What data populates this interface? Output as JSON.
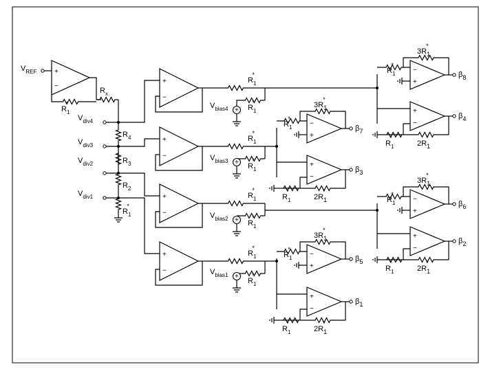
{
  "labels": {
    "vref": {
      "main": "V",
      "sub": "REF"
    },
    "rx": {
      "main": "R",
      "sub": "x"
    },
    "r1": {
      "main": "R",
      "sub": "1"
    },
    "r1star": "*",
    "two_r1": "2R",
    "three_r1": "3R",
    "r4": {
      "main": "R",
      "sub": "4"
    },
    "r3": {
      "main": "R",
      "sub": "3"
    },
    "r2": {
      "main": "R",
      "sub": "2"
    },
    "vdiv": [
      {
        "main": "V",
        "sub": "div4"
      },
      {
        "main": "V",
        "sub": "div3"
      },
      {
        "main": "V",
        "sub": "div2"
      },
      {
        "main": "V",
        "sub": "div1"
      }
    ],
    "vbias": [
      {
        "main": "V",
        "sub": "bias4"
      },
      {
        "main": "V",
        "sub": "bias3"
      },
      {
        "main": "V",
        "sub": "bias2"
      },
      {
        "main": "V",
        "sub": "bias1"
      }
    ],
    "beta_symbol": "β",
    "betas": [
      "8",
      "4",
      "7",
      "3",
      "6",
      "2",
      "5",
      "1"
    ],
    "plus": "+",
    "minus": "−"
  }
}
